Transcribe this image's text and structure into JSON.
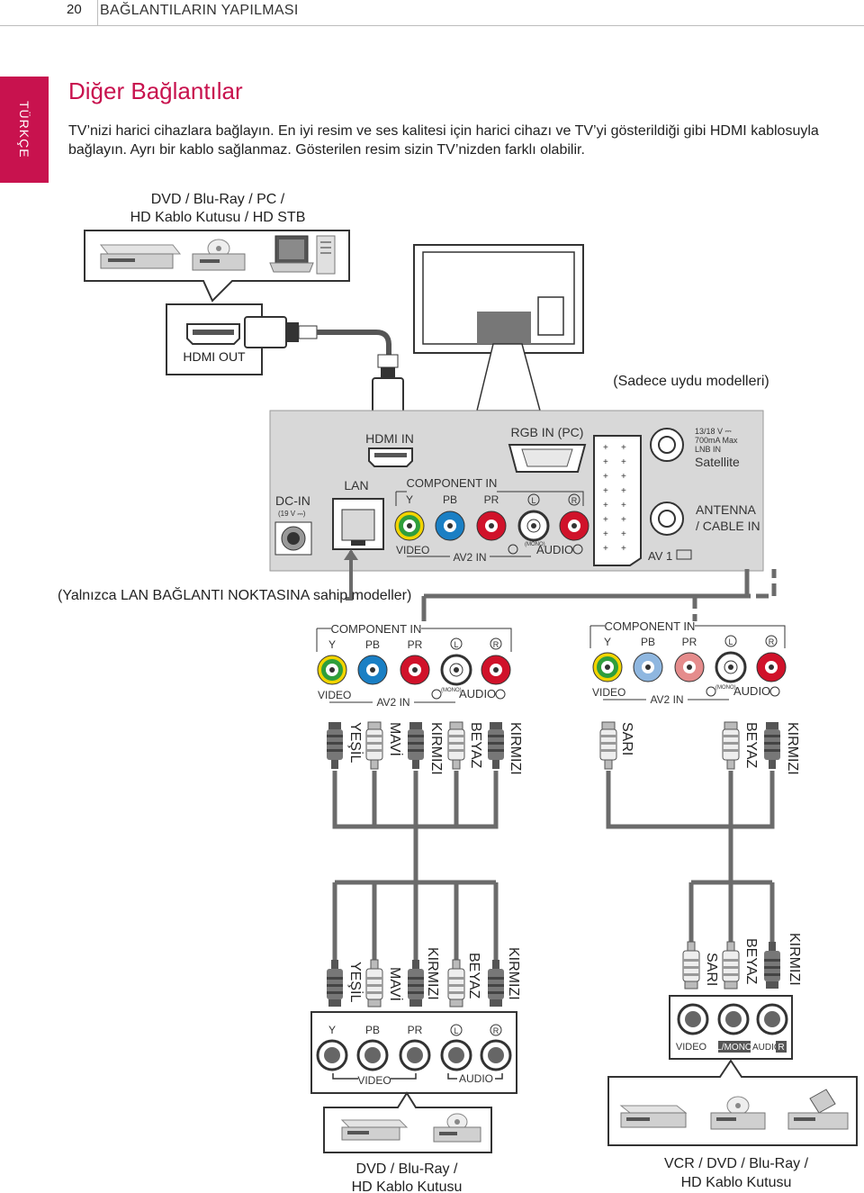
{
  "header": {
    "page_number": "20",
    "chapter": "BAĞLANTILARIN YAPILMASI"
  },
  "side_tab": {
    "label": "TÜRKÇE"
  },
  "section": {
    "title": "Diğer Bağlantılar",
    "intro": "TV’nizi harici cihazlara bağlayın. En iyi resim ve ses kalitesi için harici cihazı ve TV’yi gösterildiği gibi HDMI kablosuyla bağlayın. Ayrı bir kablo sağlanmaz. Gösterilen resim sizin TV’nizden farklı olabilir."
  },
  "diagram": {
    "top_device_label_1": "DVD / Blu-Ray / PC /",
    "top_device_label_2": "HD Kablo Kutusu / HD STB",
    "hdmi_out": "HDMI OUT",
    "satellite_note": "(Sadece uydu modelleri)",
    "lan_note": "(Yalnızca LAN BAĞLANTI NOKTASINA sahip modeller)",
    "panel": {
      "hdmi_in": "HDMI IN",
      "rgb_in": "RGB IN (PC)",
      "lan": "LAN",
      "dc_in": "DC-IN",
      "dc_volt": "(19 V ⎓)",
      "component_in": "COMPONENT IN",
      "y": "Y",
      "pb": "PB",
      "pr": "PR",
      "l": "L",
      "r": "R",
      "video": "VIDEO",
      "av2_in": "AV2 IN",
      "mono": "(MONO)",
      "audio": "AUDIO",
      "av1": "AV 1",
      "lnb_1": "13/18 V ⎓",
      "lnb_2": "700mA Max",
      "lnb_3": "LNB IN",
      "satellite": "Satellite",
      "antenna_1": "ANTENNA",
      "antenna_2": "/ CABLE IN"
    },
    "left_cable_colors": [
      "YEŞİL",
      "MAVİ",
      "KIRMIZI",
      "BEYAZ",
      "KIRMIZI"
    ],
    "right_cable_colors": [
      "SARI",
      "BEYAZ",
      "KIRMIZI"
    ],
    "bottom_left": {
      "video": "VIDEO",
      "audio": "AUDIO",
      "device_label_1": "DVD / Blu-Ray /",
      "device_label_2": "HD Kablo Kutusu"
    },
    "bottom_right": {
      "video": "VIDEO",
      "lmono": "L/MONO",
      "audio": "AUDIO",
      "r": "R",
      "device_label_1": "VCR / DVD / Blu-Ray /",
      "device_label_2": "HD Kablo Kutusu"
    }
  },
  "colors": {
    "accent": "#c8124e",
    "panel": "#d8d8d8",
    "cable": "#6b6b6b",
    "jack_yellow": "#f2d400",
    "jack_green": "#2f9e3c",
    "jack_blue": "#1a7fc4",
    "jack_red": "#d0122a",
    "jack_white": "#ffffff"
  }
}
